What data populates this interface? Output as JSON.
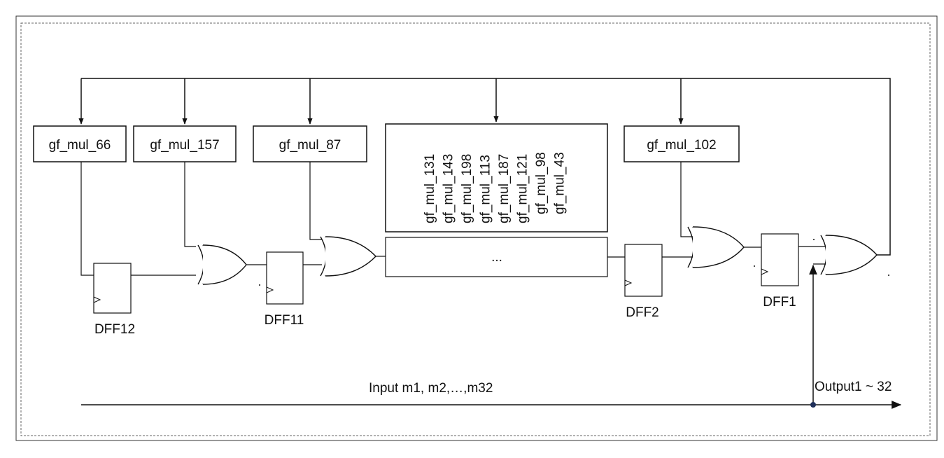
{
  "multipliers": {
    "m66": "gf_mul_66",
    "m157": "gf_mul_157",
    "m87": "gf_mul_87",
    "m102": "gf_mul_102",
    "group": [
      "gf_mul_131",
      "gf_mul_143",
      "gf_mul_198",
      "gf_mul_113",
      "gf_mul_187",
      "gf_mul_121",
      "gf_mul_98",
      "gf_mul_43"
    ]
  },
  "registers": {
    "dff12": "DFF12",
    "dff11": "DFF11",
    "dff2": "DFF2",
    "dff1": "DFF1"
  },
  "middle": {
    "ellipsis": "..."
  },
  "io": {
    "input": "Input m1, m2,…,m32",
    "output": "Output1 ~ 32"
  }
}
